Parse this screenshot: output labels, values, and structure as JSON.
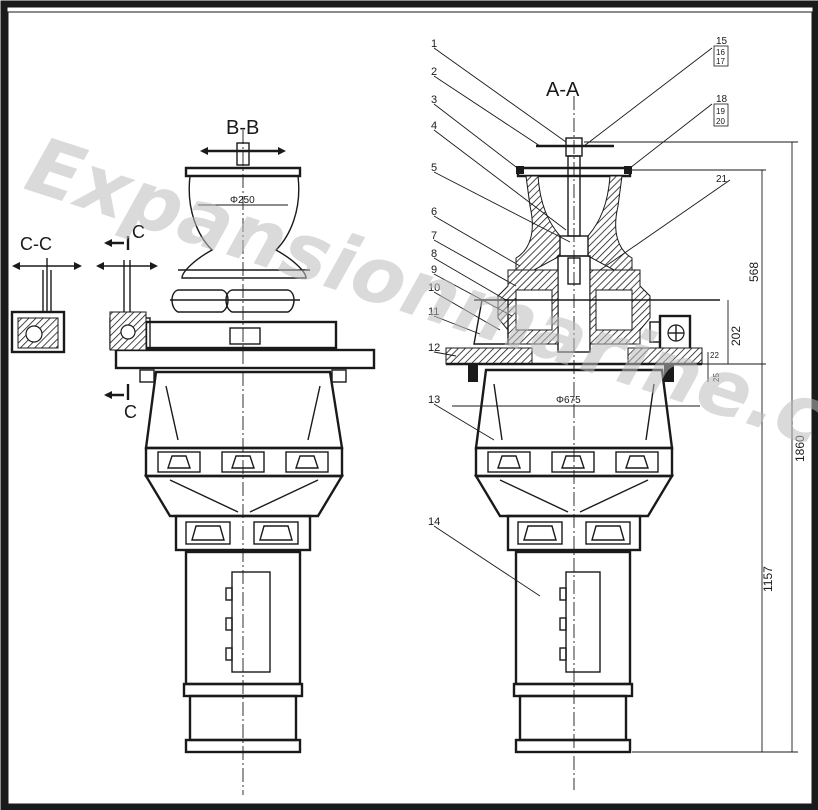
{
  "views": {
    "section_aa": "A-A",
    "section_bb": "B-B",
    "section_cc": "C-C",
    "cut_marker_top": "C",
    "cut_marker_bottom": "C"
  },
  "dimensions": {
    "dia_250": "Φ250",
    "dia_675": "Φ675",
    "d_568": "568",
    "d_202": "202",
    "d_1860": "1860",
    "d_1157": "1157",
    "d_22": "22",
    "d_25": "25"
  },
  "part_labels": [
    "1",
    "2",
    "3",
    "4",
    "5",
    "6",
    "7",
    "8",
    "9",
    "10",
    "11",
    "12",
    "13",
    "14"
  ],
  "right_labels": {
    "n15": "15",
    "n16": "16",
    "n17": "17",
    "n18": "18",
    "n19": "19",
    "n20": "20",
    "n21": "21"
  },
  "watermark": "Expansionmarine.com",
  "colors": {
    "frame": "#1a1a1a",
    "background": "#ffffff",
    "watermark": "#bdbdbd"
  }
}
